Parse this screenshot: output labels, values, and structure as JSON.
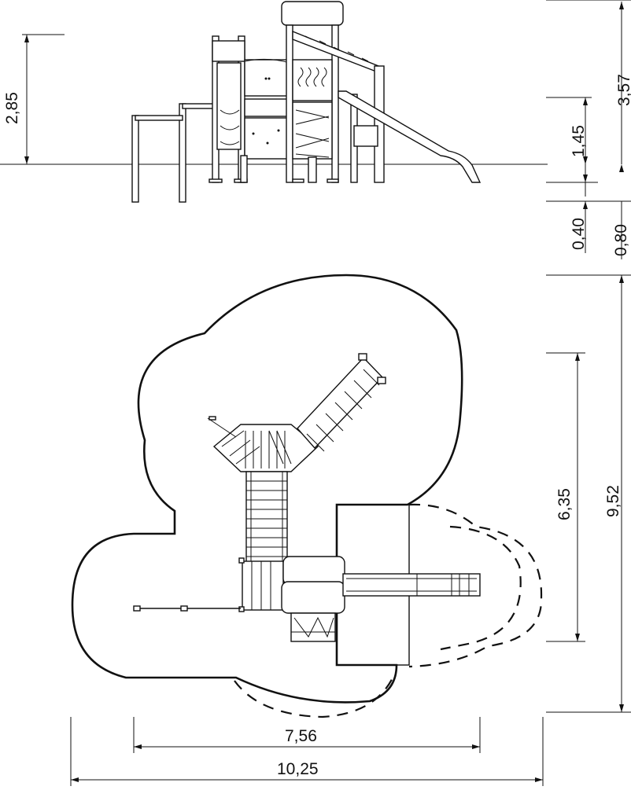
{
  "dimensions": {
    "side_height_total": "3,57",
    "side_height_left": "2,85",
    "side_height_platform": "1,45",
    "side_depth_small": "0,40",
    "side_depth_large": "0,80",
    "plan_depth_total": "9,52",
    "plan_depth_inner": "6,35",
    "plan_width_inner": "7,56",
    "plan_width_total": "10,25"
  }
}
